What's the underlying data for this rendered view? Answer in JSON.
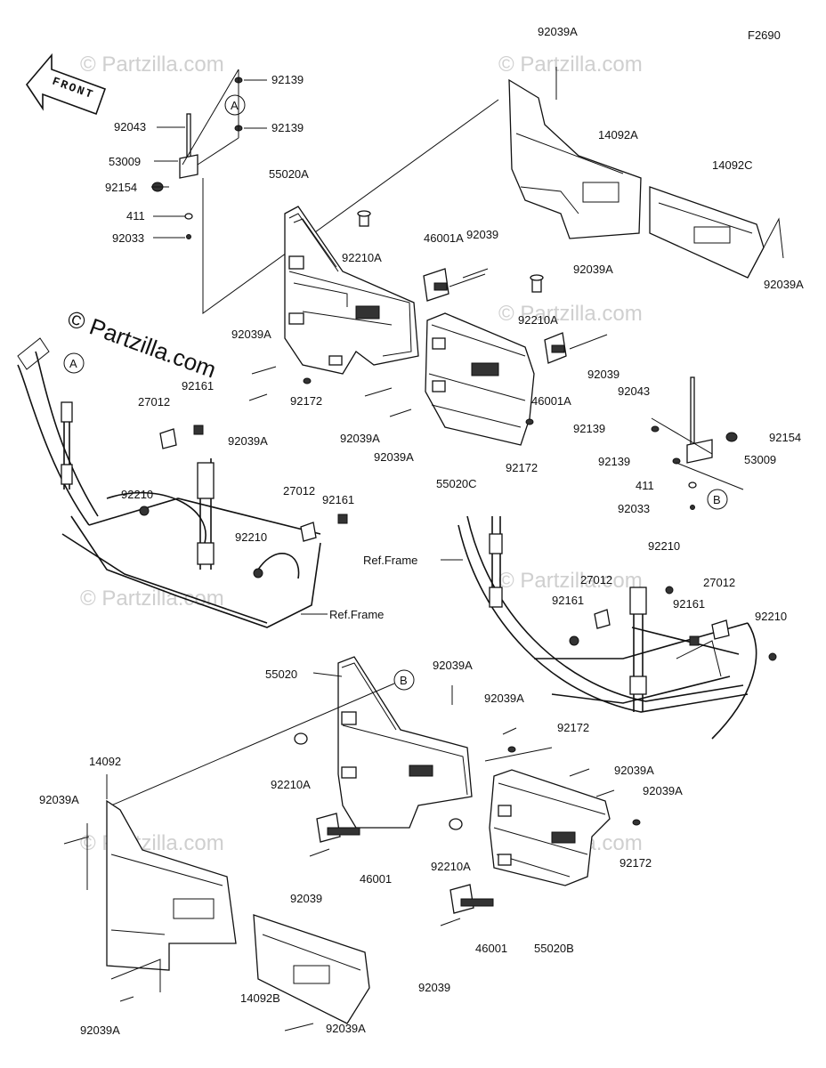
{
  "diagram": {
    "code": "F2690",
    "front_label": "FRONT",
    "watermark": "© Partzilla.com",
    "ref_frame_label": "Ref.Frame",
    "callouts": {
      "A": "A",
      "B": "B"
    },
    "labels": [
      {
        "id": "l01",
        "text": "92039A"
      },
      {
        "id": "l02",
        "text": "92139"
      },
      {
        "id": "l03",
        "text": "92139"
      },
      {
        "id": "l04",
        "text": "92043"
      },
      {
        "id": "l05",
        "text": "53009"
      },
      {
        "id": "l06",
        "text": "92154"
      },
      {
        "id": "l07",
        "text": "411"
      },
      {
        "id": "l08",
        "text": "92033"
      },
      {
        "id": "l09",
        "text": "55020A"
      },
      {
        "id": "l10",
        "text": "92210A"
      },
      {
        "id": "l11",
        "text": "46001A"
      },
      {
        "id": "l12",
        "text": "92039"
      },
      {
        "id": "l13",
        "text": "14092A"
      },
      {
        "id": "l14",
        "text": "14092C"
      },
      {
        "id": "l15",
        "text": "92039A"
      },
      {
        "id": "l16",
        "text": "92039A"
      },
      {
        "id": "l17",
        "text": "92210A"
      },
      {
        "id": "l18",
        "text": "92039A"
      },
      {
        "id": "l19",
        "text": "92039"
      },
      {
        "id": "l20",
        "text": "46001A"
      },
      {
        "id": "l21",
        "text": "92161"
      },
      {
        "id": "l22",
        "text": "27012"
      },
      {
        "id": "l23",
        "text": "92039A"
      },
      {
        "id": "l24",
        "text": "92172"
      },
      {
        "id": "l25",
        "text": "92039A"
      },
      {
        "id": "l26",
        "text": "92039A"
      },
      {
        "id": "l27",
        "text": "55020C"
      },
      {
        "id": "l28",
        "text": "92172"
      },
      {
        "id": "l29",
        "text": "92043"
      },
      {
        "id": "l30",
        "text": "92139"
      },
      {
        "id": "l31",
        "text": "92154"
      },
      {
        "id": "l32",
        "text": "92139"
      },
      {
        "id": "l33",
        "text": "53009"
      },
      {
        "id": "l34",
        "text": "411"
      },
      {
        "id": "l35",
        "text": "92033"
      },
      {
        "id": "l36",
        "text": "92210"
      },
      {
        "id": "l37",
        "text": "92161"
      },
      {
        "id": "l38",
        "text": "27012"
      },
      {
        "id": "l39",
        "text": "92210"
      },
      {
        "id": "l40",
        "text": "92210"
      },
      {
        "id": "l41",
        "text": "27012"
      },
      {
        "id": "l42",
        "text": "27012"
      },
      {
        "id": "l43",
        "text": "92161"
      },
      {
        "id": "l44",
        "text": "92161"
      },
      {
        "id": "l45",
        "text": "92210"
      },
      {
        "id": "l46",
        "text": "55020"
      },
      {
        "id": "l47",
        "text": "92039A"
      },
      {
        "id": "l48",
        "text": "92039A"
      },
      {
        "id": "l49",
        "text": "92172"
      },
      {
        "id": "l50",
        "text": "14092"
      },
      {
        "id": "l51",
        "text": "92039A"
      },
      {
        "id": "l52",
        "text": "92210A"
      },
      {
        "id": "l53",
        "text": "92039A"
      },
      {
        "id": "l54",
        "text": "92039A"
      },
      {
        "id": "l55",
        "text": "92172"
      },
      {
        "id": "l56",
        "text": "92210A"
      },
      {
        "id": "l57",
        "text": "46001"
      },
      {
        "id": "l58",
        "text": "92039"
      },
      {
        "id": "l59",
        "text": "46001"
      },
      {
        "id": "l60",
        "text": "55020B"
      },
      {
        "id": "l61",
        "text": "92039"
      },
      {
        "id": "l62",
        "text": "14092B"
      },
      {
        "id": "l63",
        "text": "92039A"
      },
      {
        "id": "l64",
        "text": "92039A"
      }
    ]
  }
}
